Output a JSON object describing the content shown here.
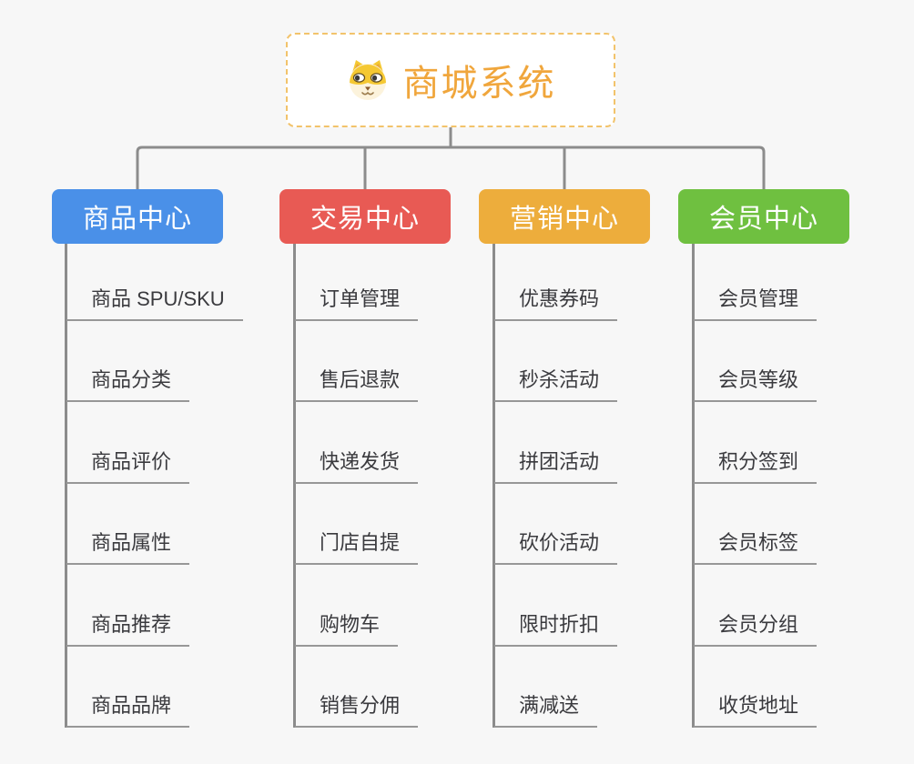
{
  "diagram": {
    "root": {
      "title": "商城系统",
      "icon": "shiba-dog-icon"
    },
    "branches": [
      {
        "key": "product-center",
        "label": "商品中心",
        "color": "#4A90E8",
        "children": [
          "商品 SPU/SKU",
          "商品分类",
          "商品评价",
          "商品属性",
          "商品推荐",
          "商品品牌"
        ]
      },
      {
        "key": "trade-center",
        "label": "交易中心",
        "color": "#E85A54",
        "children": [
          "订单管理",
          "售后退款",
          "快递发货",
          "门店自提",
          "购物车",
          "销售分佣"
        ]
      },
      {
        "key": "marketing-center",
        "label": "营销中心",
        "color": "#EDAD3C",
        "children": [
          "优惠券码",
          "秒杀活动",
          "拼团活动",
          "砍价活动",
          "限时折扣",
          "满减送"
        ]
      },
      {
        "key": "member-center",
        "label": "会员中心",
        "color": "#6FC040",
        "children": [
          "会员管理",
          "会员等级",
          "积分签到",
          "会员标签",
          "会员分组",
          "收货地址"
        ]
      }
    ],
    "colors": {
      "root_text": "#F0A63C",
      "root_border": "#F2C36B",
      "root_bg": "#FFFFFF",
      "branch_text": "#FFFFFF",
      "connector": "#8C8C8C",
      "leaf_text": "#3A3A3E",
      "leaf_line": "#979797",
      "background": "#F7F7F7"
    }
  }
}
